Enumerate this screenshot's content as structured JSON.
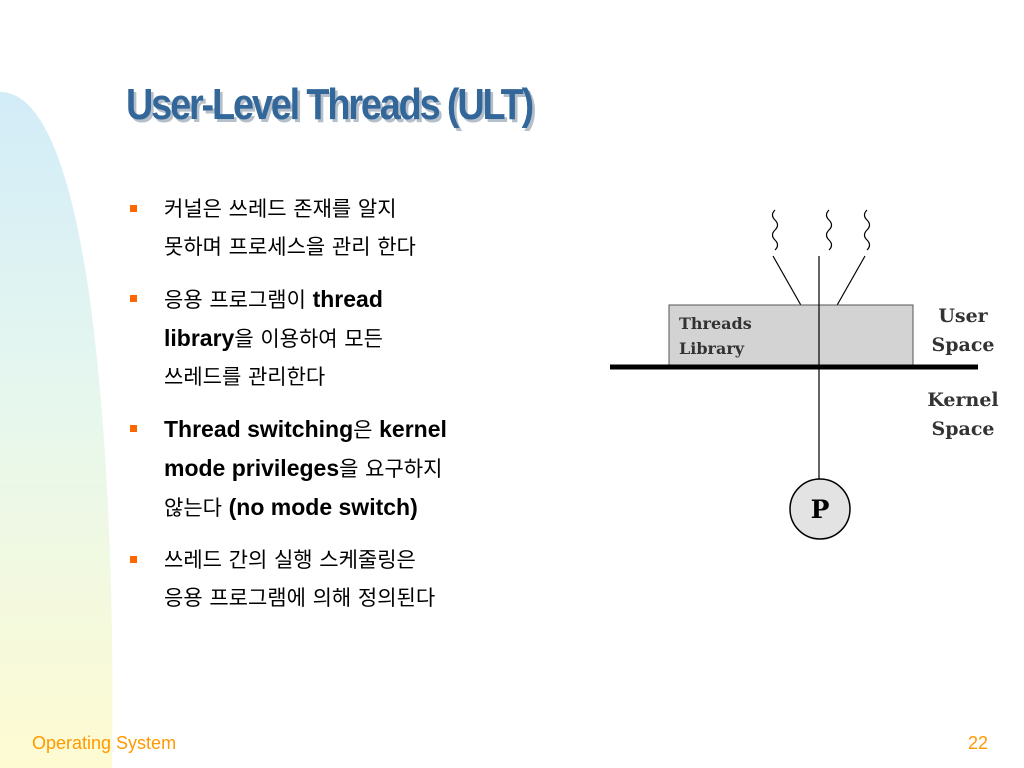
{
  "slide": {
    "title": "User-Level Threads (ULT)",
    "bullets": [
      {
        "lines": [
          [
            {
              "t": "커널은 쓰레드 존재를 알지"
            }
          ],
          [
            {
              "t": "못하며 프로세스을 관리 한다"
            }
          ]
        ]
      },
      {
        "lines": [
          [
            {
              "t": "응용 프로그램이 "
            },
            {
              "t": "thread",
              "b": true
            }
          ],
          [
            {
              "t": "library",
              "b": true
            },
            {
              "t": "을 이용하여 모든"
            }
          ],
          [
            {
              "t": "쓰레드를 관리한다"
            }
          ]
        ]
      },
      {
        "lines": [
          [
            {
              "t": "Thread switching",
              "b": true
            },
            {
              "t": "은 "
            },
            {
              "t": "kernel",
              "b": true
            }
          ],
          [
            {
              "t": "mode privileges",
              "b": true
            },
            {
              "t": "을 요구하지"
            }
          ],
          [
            {
              "t": "않는다 "
            },
            {
              "t": "(no mode switch)",
              "b": true
            }
          ]
        ]
      },
      {
        "lines": [
          [
            {
              "t": "쓰레드 간의 실행 스케줄링은"
            }
          ],
          [
            {
              "t": "응용 프로그램에 의해 정의된다"
            }
          ]
        ]
      }
    ],
    "bullet_color": "#FF6600"
  },
  "diagram": {
    "library_label_1": "Threads",
    "library_label_2": "Library",
    "user_label_1": "User",
    "user_label_2": "Space",
    "kernel_label_1": "Kernel",
    "kernel_label_2": "Space",
    "process_label": "P"
  },
  "footer": {
    "course": "Operating System",
    "page_number": "22"
  },
  "colors": {
    "title": "#336699",
    "footer": "#FF9900",
    "library_box": "#D3D3D3"
  }
}
